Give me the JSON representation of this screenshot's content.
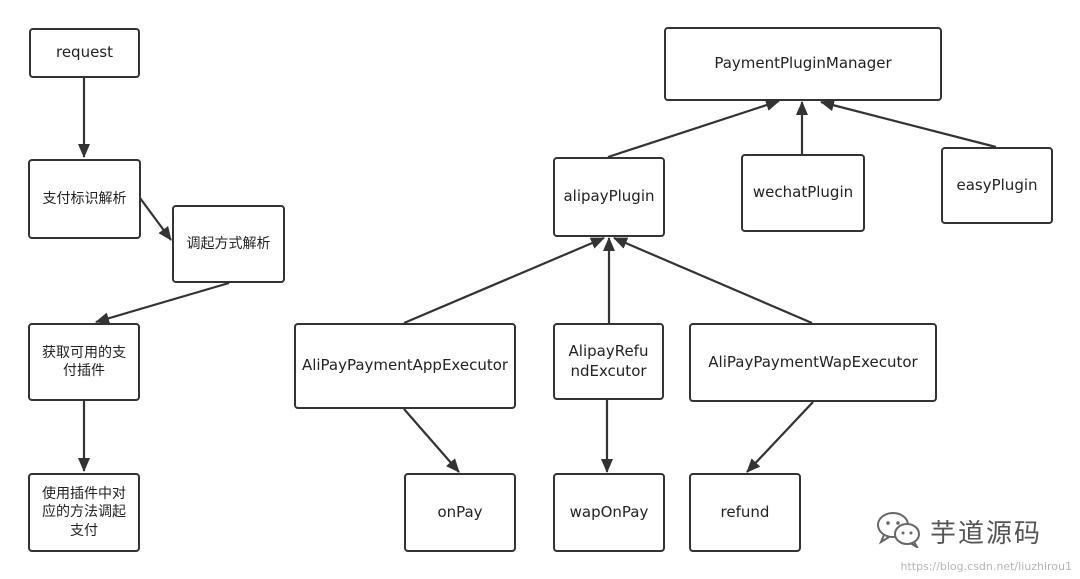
{
  "flow": {
    "request": "request",
    "parse_flag": "支付标识解析",
    "parse_method": "调起方式解析",
    "get_plugin": "获取可用的支付插件",
    "invoke": "使用插件中对应的方法调起支付"
  },
  "plugins": {
    "manager": "PaymentPluginManager",
    "alipay": "alipayPlugin",
    "wechat": "wechatPlugin",
    "easy": "easyPlugin"
  },
  "executors": {
    "app": "AliPayPaymentAppExecutor",
    "refund": "AlipayRefundExcutor",
    "wap": "AliPayPaymentWapExecutor"
  },
  "methods": {
    "on_pay": "onPay",
    "wap_on_pay": "wapOnPay",
    "refund": "refund"
  },
  "brand": {
    "name": "芋道源码",
    "icon": "wechat-icon"
  },
  "watermark": "https://blog.csdn.net/liuzhirou1",
  "colors": {
    "stroke": "#333333",
    "text": "#222222",
    "watermark": "#b5b5b5"
  }
}
